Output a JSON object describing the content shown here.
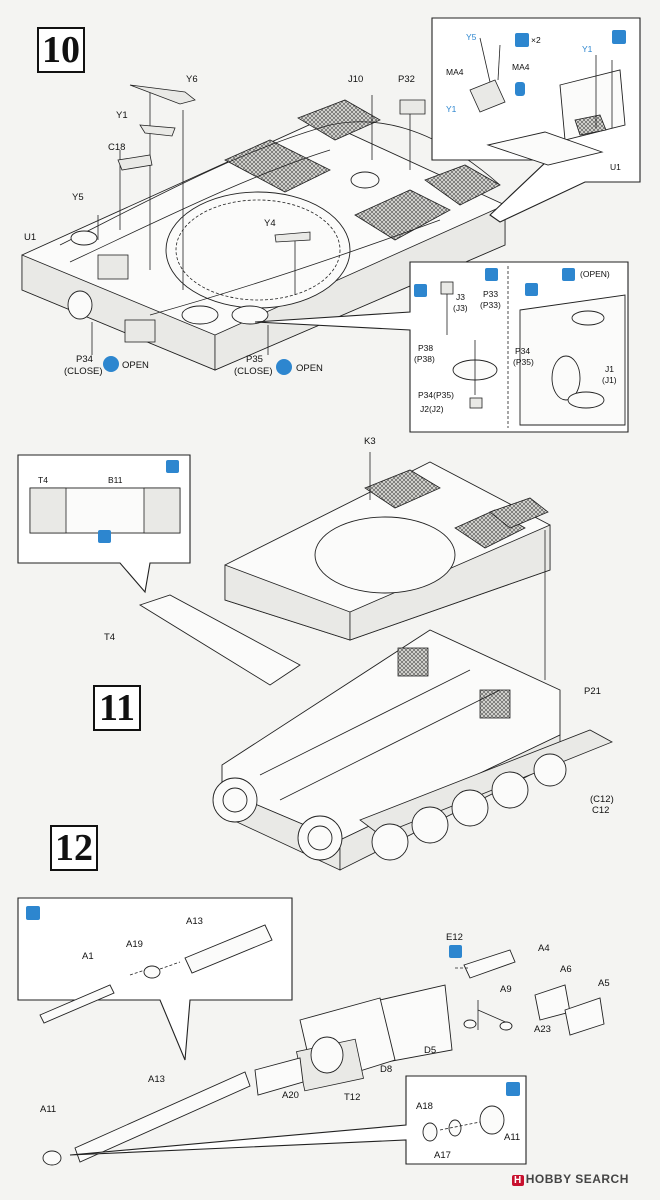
{
  "steps": [
    "10",
    "11",
    "12"
  ],
  "step10": {
    "labels": {
      "y6": "Y6",
      "y1": "Y1",
      "c18": "C18",
      "y5": "Y5",
      "u1": "U1",
      "j10": "J10",
      "p32": "P32",
      "y4": "Y4",
      "p34_close_a": "P34",
      "p34_close_b": "(CLOSE)",
      "p34_open": "OPEN",
      "p35_close_a": "P35",
      "p35_close_b": "(CLOSE)",
      "p35_open": "OPEN"
    },
    "inset_top": {
      "y5": "Y5",
      "x2": "×2",
      "ma4_a": "MA4",
      "ma4_b": "MA4",
      "y1_a": "Y1",
      "y1_b": "Y1",
      "u1": "U1"
    },
    "inset_hatch": {
      "j3": "J3",
      "j3b": "(J3)",
      "p33": "P33",
      "p33b": "(P33)",
      "p38": "P38",
      "p38b": "(P38)",
      "p34": "P34(P35)",
      "j2": "J2(J2)",
      "open": "(OPEN)",
      "p34r": "P34",
      "p35r": "(P35)",
      "j1": "J1",
      "j1b": "(J1)"
    }
  },
  "step11": {
    "labels": {
      "t4_inset": "T4",
      "b11": "B11",
      "t4": "T4",
      "k3": "K3",
      "p21": "P21",
      "c12a": "(C12)",
      "c12b": "C12"
    }
  },
  "step12": {
    "labels": {
      "a13_top": "A13",
      "a19": "A19",
      "a1": "A1",
      "e12": "E12",
      "a4": "A4",
      "a6": "A6",
      "a5": "A5",
      "a9": "A9",
      "a23": "A23",
      "d5": "D5",
      "d8": "D8",
      "t12": "T12",
      "a20": "A20",
      "a13_bot": "A13",
      "a11": "A11",
      "a18": "A18",
      "a17": "A17",
      "a11_inset": "A11"
    }
  },
  "watermark": {
    "badge": "H",
    "text": "HOBBY SEARCH"
  },
  "colors": {
    "accent_icon": "#2d86cf",
    "line": "#222222",
    "paper": "#f4f4f2"
  }
}
